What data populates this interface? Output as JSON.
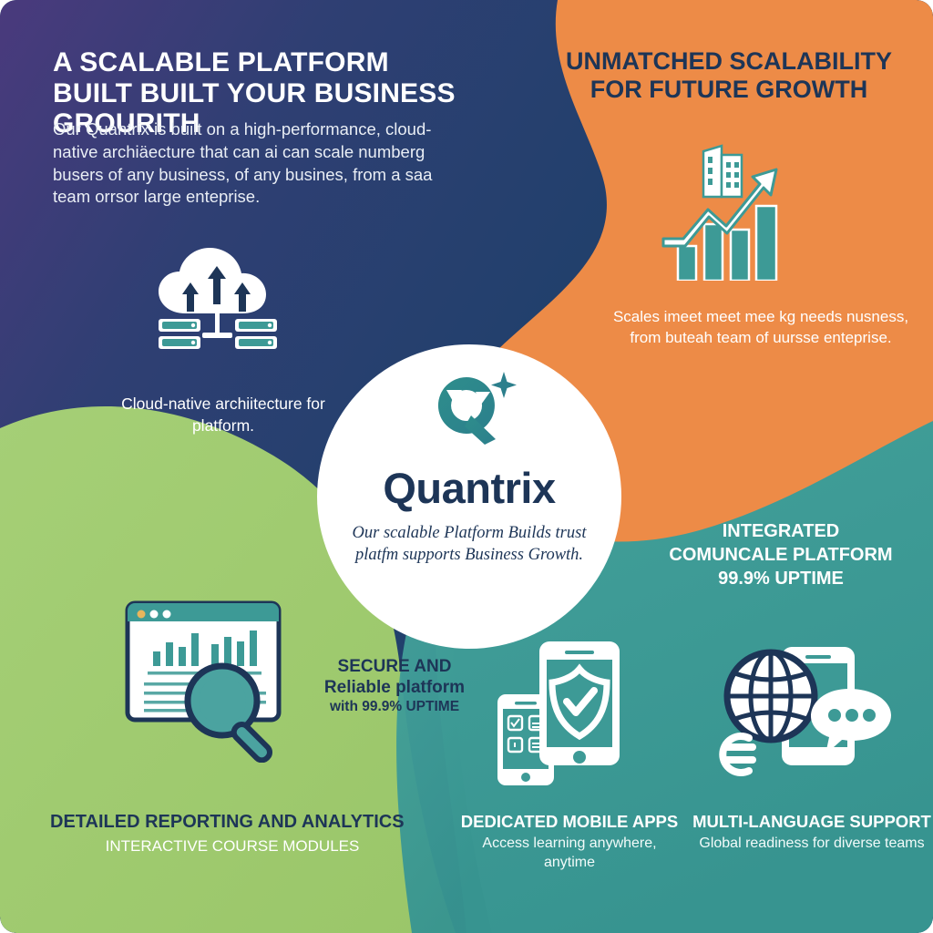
{
  "poster": {
    "brand": "Quantrix",
    "colors": {
      "navy": "#1f3c66",
      "navy_deep": "#1d3557",
      "purple_tint": "#46367a",
      "orange": "#ed8b47",
      "green": "#9ecb6f",
      "teal": "#3d9a96",
      "teal_dark": "#2d7f83",
      "white": "#ffffff"
    }
  },
  "top_left": {
    "heading": "A Scalable Platform Built Built Your Business Grourith",
    "body": "Our Quantrix is built on a high-performance, cloud-native archiäecture that can ai can scale numberg busers of any business, of any busines, from a saa team orrsor large enteprise.",
    "icon": "cloud-network-icon",
    "caption": "Cloud-native archiitecture for platform."
  },
  "top_right": {
    "heading": "Unmatched Scalability For Future Growth",
    "icon": "growth-chart-building-icon",
    "body": "Scales imeet meet mee kg needs nusness, from buteah team of uursse enteprise."
  },
  "center_badge": {
    "logo_icon": "q-sparkle-logo-icon",
    "name": "Quantrix",
    "tagline": "Our scalable Platform Builds trust platfm supports Business Growth."
  },
  "mid_right": {
    "heading_line1": "Integrated",
    "heading_line2": "Comuncale Platform",
    "heading_line3": "99.9% Uptime"
  },
  "secure_block": {
    "line1": "Secure and",
    "line2": "Reliable platform",
    "line3": "with 99.9% UPTIME"
  },
  "bottom": {
    "left": {
      "icon": "analytics-dashboard-search-icon",
      "title": "Detailed Reporting and Analytics",
      "subtitle": "Interactive Course Modules"
    },
    "middle": {
      "icon": "mobile-shield-apps-icon",
      "title": "Dedicated Mobile Apps",
      "subtitle": "Access learning anywhere, anytime"
    },
    "right": {
      "icon": "globe-chat-multilanguage-icon",
      "title": "Multi-Language Support",
      "subtitle": "Global readiness for diverse teams"
    }
  }
}
